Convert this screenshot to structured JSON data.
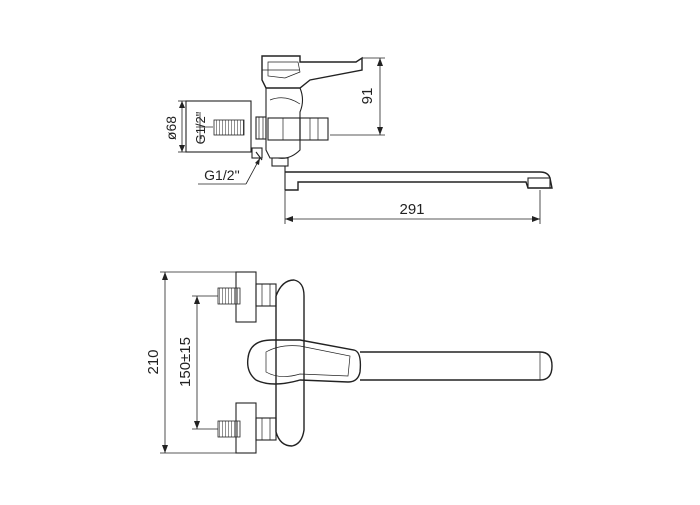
{
  "dimensions": {
    "height_top": "91",
    "body_diameter": "ø68",
    "thread_inlet": "G1/2\"",
    "thread_outlet": "G1/2''",
    "spout_length": "291",
    "total_height": "210",
    "center_distance": "150±15"
  }
}
